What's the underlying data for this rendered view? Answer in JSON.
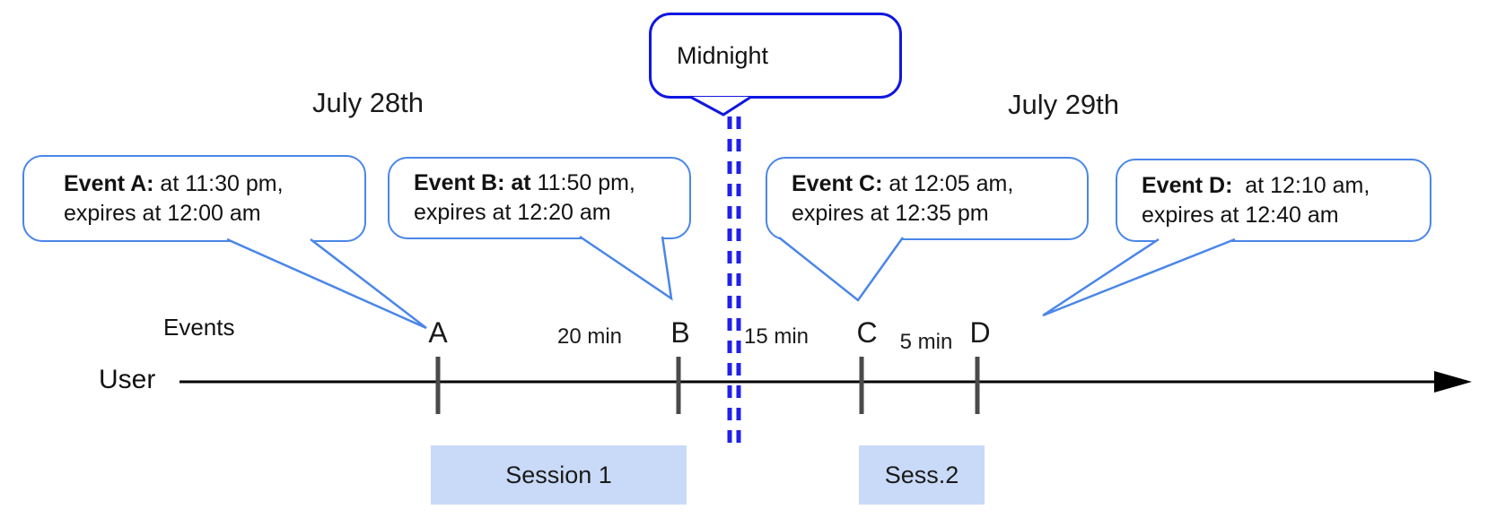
{
  "dates": {
    "left": "July 28th",
    "right": "July 29th"
  },
  "midnight": {
    "label": "Midnight"
  },
  "events": [
    {
      "name": "A",
      "bold": "Event A:",
      "rest": " at 11:30 pm,",
      "line2": "expires at 12:00 am"
    },
    {
      "name": "B",
      "bold": "Event B: at",
      "rest": " 11:50 pm,",
      "line2": "expires at 12:20 am"
    },
    {
      "name": "C",
      "bold": "Event C:",
      "rest": " at 12:05 am,",
      "line2": "expires at 12:35 pm"
    },
    {
      "name": "D",
      "bold": "Event D:",
      "rest": "  at 12:10 am,",
      "line2": "expires at 12:40 am"
    }
  ],
  "timeline": {
    "axis_label": "User",
    "events_label": "Events",
    "markers": [
      "A",
      "B",
      "C",
      "D"
    ],
    "intervals": [
      {
        "label": "20 min"
      },
      {
        "label": "15 min"
      },
      {
        "label": "5 min"
      }
    ]
  },
  "sessions": [
    {
      "label": "Session 1"
    },
    {
      "label": "Sess.2"
    }
  ],
  "colors": {
    "event_border": "#4a86e8",
    "midnight_border": "#1017e0",
    "dash": "#2020ea",
    "session_fill": "#c9daf8",
    "tick": "#4a4a4a",
    "text": "#121212"
  }
}
